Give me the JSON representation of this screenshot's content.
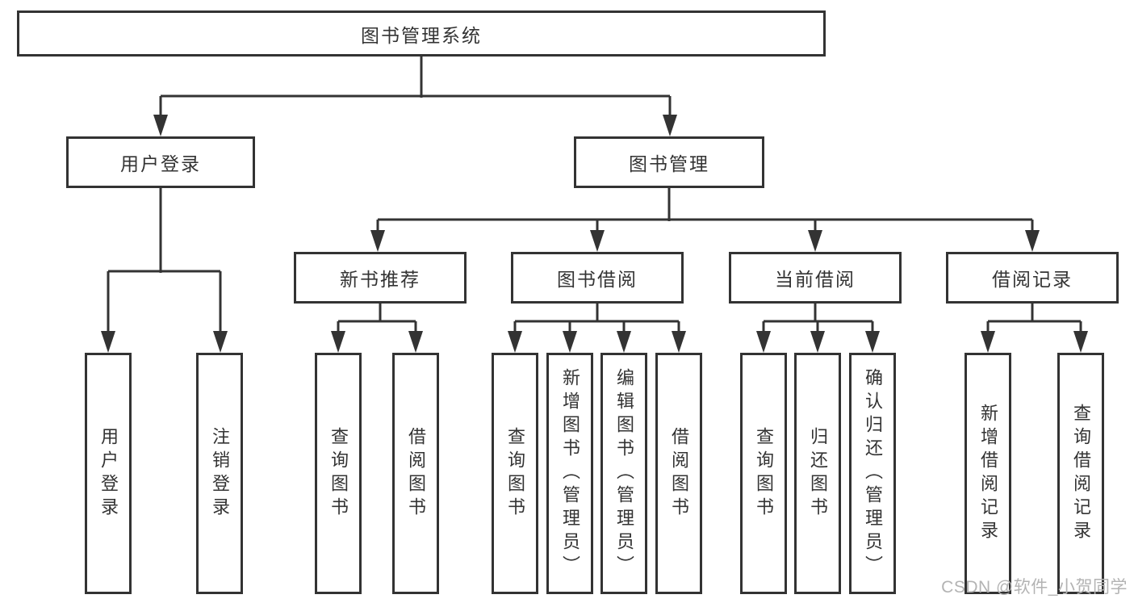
{
  "diagram": {
    "root": {
      "label": "图书管理系统"
    },
    "level2": {
      "user_login": {
        "label": "用户登录"
      },
      "book_management": {
        "label": "图书管理"
      }
    },
    "level3": {
      "new_book_recommend": {
        "label": "新书推荐"
      },
      "book_borrow": {
        "label": "图书借阅"
      },
      "current_borrow": {
        "label": "当前借阅"
      },
      "borrow_record": {
        "label": "借阅记录"
      }
    },
    "leaves": {
      "user_login": {
        "label": "用户登录"
      },
      "logout": {
        "label": "注销登录"
      },
      "recommend_query_book": {
        "label": "查询图书"
      },
      "recommend_borrow_book": {
        "label": "借阅图书"
      },
      "borrow_query_book": {
        "label": "查询图书"
      },
      "borrow_add_book": {
        "label": "新增图书（管理员）"
      },
      "borrow_edit_book": {
        "label": "编辑图书（管理员）"
      },
      "borrow_borrow_book": {
        "label": "借阅图书"
      },
      "current_query_book": {
        "label": "查询图书"
      },
      "current_return_book": {
        "label": "归还图书"
      },
      "current_confirm_return": {
        "label": "确认归还（管理员）"
      },
      "record_add": {
        "label": "新增借阅记录"
      },
      "record_query": {
        "label": "查询借阅记录"
      }
    }
  },
  "watermark": {
    "text": "CSDN @软件_小贺同学"
  },
  "colors": {
    "line": "#333333",
    "text": "#333333",
    "watermark": "#b3b3b3",
    "background": "#ffffff"
  }
}
